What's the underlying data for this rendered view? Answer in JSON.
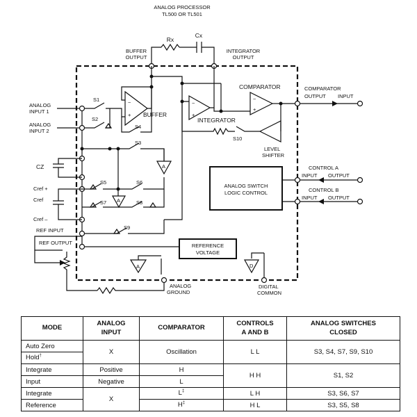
{
  "diagram": {
    "title_line1": "ANALOG PROCESSOR",
    "title_line2": "TL500 OR TL501",
    "rx": "Rx",
    "cx": "Cx",
    "buffer_output_1": "BUFFER",
    "buffer_output_2": "OUTPUT",
    "integrator_output_1": "INTEGRATOR",
    "integrator_output_2": "OUTPUT",
    "comparator": "COMPARATOR",
    "comparator_output_top": "COMPARATOR",
    "output": "OUTPUT",
    "input": "INPUT",
    "buffer": "BUFFER",
    "integrator": "INTEGRATOR",
    "level_shifter_1": "LEVEL",
    "level_shifter_2": "SHIFTER",
    "analog_input_1a": "ANALOG",
    "analog_input_1b": "INPUT 1",
    "analog_input_2a": "ANALOG",
    "analog_input_2b": "INPUT 2",
    "cz": "CZ",
    "cref_plus": "Cref +",
    "cref": "Cref",
    "cref_minus": "Cref –",
    "ref_input": "REF INPUT",
    "ref_output": "REF OUTPUT",
    "reference_voltage_1": "REFERENCE",
    "reference_voltage_2": "VOLTAGE",
    "analog_switch_1": "ANALOG SWITCH",
    "analog_switch_2": "LOGIC CONTROL",
    "control_a": "CONTROL A",
    "control_b": "CONTROL B",
    "analog_ground_1": "ANALOG",
    "analog_ground_2": "GROUND",
    "digital_common_1": "DIGITAL",
    "digital_common_2": "COMMON",
    "s1": "S1",
    "s2": "S2",
    "s3": "S3",
    "s4": "S4",
    "s5": "S5",
    "s6": "S6",
    "s7": "S7",
    "s8": "S8",
    "s9": "S9",
    "s10": "S10",
    "ground_a": "A",
    "ground_d": "D"
  },
  "table": {
    "headers": {
      "mode": "MODE",
      "analog_input_1": "ANALOG",
      "analog_input_2": "INPUT",
      "comparator": "COMPARATOR",
      "controls_1": "CONTROLS",
      "controls_2": "A AND B",
      "switches_1": "ANALOG SWITCHES",
      "switches_2": "CLOSED"
    },
    "rows": {
      "auto_zero": "Auto Zero",
      "hold": "Hold",
      "hold_mark": "†",
      "x1": "X",
      "oscillation": "Oscillation",
      "ctrl_ll": "L   L",
      "sw_auto": "S3, S4, S7, S9, S10",
      "integrate_input_1": "Integrate",
      "integrate_input_2": "Input",
      "positive": "Positive",
      "negative": "Negative",
      "h1": "H",
      "l1": "L",
      "ctrl_hh": "H   H",
      "sw_int": "S1, S2",
      "integrate_ref_1": "Integrate",
      "integrate_ref_2": "Reference",
      "x2": "X",
      "l2": "L",
      "l2_mark": "‡",
      "h2": "H",
      "h2_mark": "‡",
      "ctrl_lh": "L   H",
      "ctrl_hl": "H   L",
      "sw_ref1": "S3, S6, S7",
      "sw_ref2": "S3, S5, S8"
    }
  }
}
